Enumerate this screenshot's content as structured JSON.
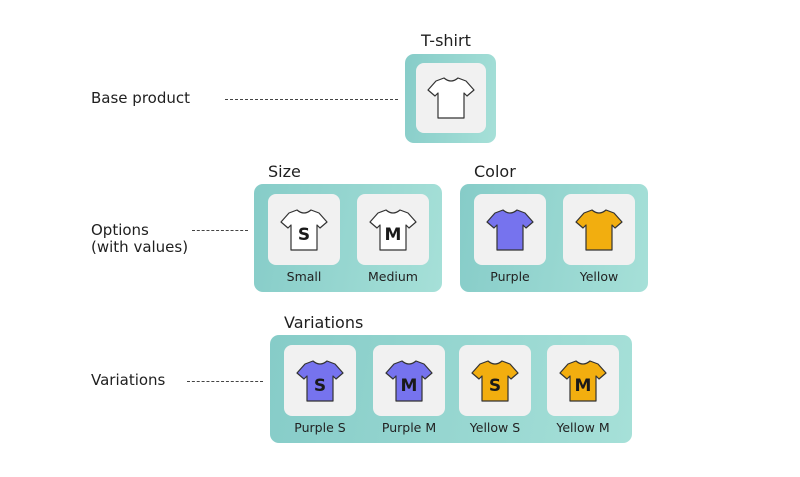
{
  "left_labels": {
    "base": "Base product",
    "options_1": "Options",
    "options_2": "(with values)",
    "variations": "Variations"
  },
  "base": {
    "title": "T-shirt",
    "fill": "#ffffff",
    "letter": ""
  },
  "groups": {
    "size": {
      "title": "Size",
      "items": [
        {
          "label": "Small",
          "fill": "#ffffff",
          "letter": "S"
        },
        {
          "label": "Medium",
          "fill": "#ffffff",
          "letter": "M"
        }
      ]
    },
    "color": {
      "title": "Color",
      "items": [
        {
          "label": "Purple",
          "fill": "#7673ee",
          "letter": ""
        },
        {
          "label": "Yellow",
          "fill": "#f2ae0f",
          "letter": ""
        }
      ]
    },
    "variations": {
      "title": "Variations",
      "items": [
        {
          "label": "Purple S",
          "fill": "#7673ee",
          "letter": "S"
        },
        {
          "label": "Purple M",
          "fill": "#7673ee",
          "letter": "M"
        },
        {
          "label": "Yellow S",
          "fill": "#f2ae0f",
          "letter": "S"
        },
        {
          "label": "Yellow M",
          "fill": "#f2ae0f",
          "letter": "M"
        }
      ]
    }
  }
}
